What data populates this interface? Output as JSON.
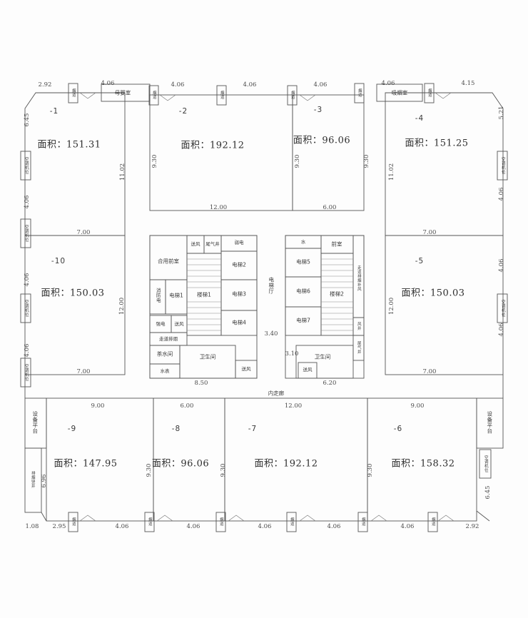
{
  "plan": {
    "rooms": [
      {
        "no": "-1",
        "area": "面积：151.31"
      },
      {
        "no": "-2",
        "area": "面积：192.12"
      },
      {
        "no": "-3",
        "area": "面积：96.06"
      },
      {
        "no": "-4",
        "area": "面积：151.25"
      },
      {
        "no": "-5",
        "area": "面积：150.03"
      },
      {
        "no": "-6",
        "area": "面积：158.32"
      },
      {
        "no": "-7",
        "area": "面积：192.12"
      },
      {
        "no": "-8",
        "area": "面积：96.06"
      },
      {
        "no": "-9",
        "area": "面积：147.95"
      },
      {
        "no": "-10",
        "area": "面积：150.03"
      }
    ],
    "amenities": {
      "nursing_room": "母婴室",
      "smoking_room": "吸烟室"
    },
    "core": {
      "shared_front_room": "合用前室",
      "front_room": "前室",
      "elevator_hall": "电梯厅",
      "inner_corridor": "内走廊",
      "elevators": [
        "电梯1",
        "电梯2",
        "电梯3",
        "电梯4",
        "电梯5",
        "电梯6",
        "电梯7"
      ],
      "stairs": [
        "楼梯1",
        "楼梯2"
      ],
      "tea_room": "茶水间",
      "toilet": "卫生间",
      "water": "水",
      "water_meter": "水表",
      "weak_power": "弱电",
      "strong_power": "强电",
      "fire_power": "消防电",
      "supply_air": "送风",
      "exhaust_shaft": "尾气井",
      "wind_shaft": "风井",
      "corridor_exhaust": "走道排烟",
      "corridor_makeup_air": "走道排烟补风"
    },
    "facade": {
      "ac_unit": "空调机位",
      "equipment_platform": "设备平台",
      "smoke_shaft": "排烟竖井",
      "flue": "烟道"
    },
    "dims": {
      "top": [
        "2.92",
        "4.06",
        "4.06",
        "4.06",
        "4.06",
        "4.06",
        "4.15"
      ],
      "bottom": [
        "1.08",
        "2.95",
        "4.06",
        "4.06",
        "4.06",
        "4.06",
        "4.06",
        "2.92"
      ],
      "left": [
        "6.45",
        "4.06",
        "4.06",
        "4.06",
        "6.96"
      ],
      "right": [
        "5.21",
        "4.06",
        "4.06",
        "4.06",
        "6.45"
      ],
      "inner": [
        "11.02",
        "9.30",
        "12.00",
        "9.30",
        "6.00",
        "9.30",
        "11.02",
        "7.00",
        "7.00",
        "12.00",
        "12.00",
        "7.00",
        "7.00",
        "9.00",
        "6.00",
        "12.00",
        "9.00",
        "9.30",
        "9.30",
        "9.30",
        "8.50",
        "3.40",
        "6.20",
        "3.10"
      ]
    }
  }
}
